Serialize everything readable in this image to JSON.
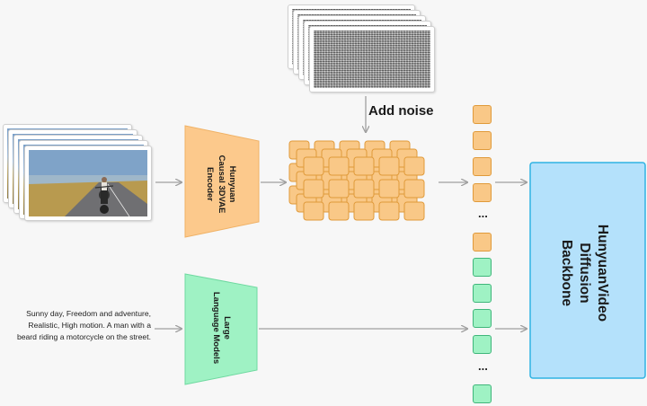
{
  "noise_label": "Add noise",
  "encoder": {
    "line1": "Hunyuan",
    "line2": "Causal 3DVAE",
    "line3": "Encoder"
  },
  "llm": {
    "line1": "Large",
    "line2": "Language Models"
  },
  "backbone": {
    "line1": "HunyuanVideo",
    "line2": "Diffusion",
    "line3": "Backbone"
  },
  "prompt_text": "Sunny day, Freedom and adventure, Realistic, High motion. A man with a beard riding a motorcycle on the street.",
  "ellipsis_top": "...",
  "ellipsis_bottom": "...",
  "colors": {
    "encoder_fill": "#fcc98c",
    "llm_fill": "#9ff2c4",
    "backbone_fill": "#b4e1fb",
    "backbone_border": "#2fb3e3",
    "latent_fill": "#f9c887",
    "latent_border": "#e09a3a",
    "arrow": "#a0a0a0"
  },
  "icons": [
    "video-frame-stack",
    "noise-frame-stack",
    "latent-cube-grid"
  ]
}
